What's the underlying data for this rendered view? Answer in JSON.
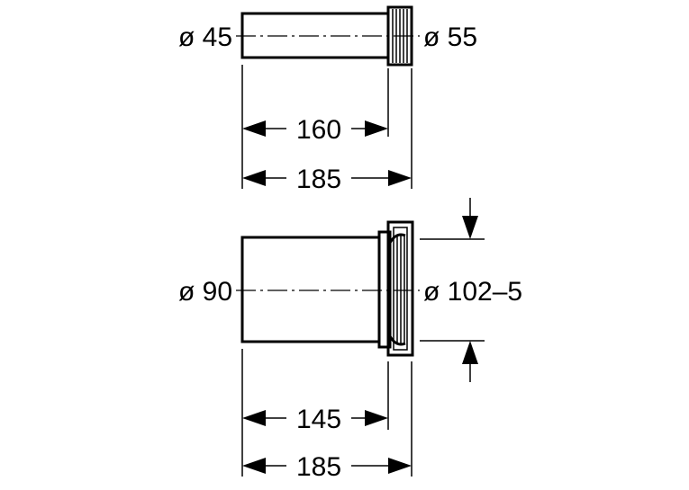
{
  "top_part": {
    "inner_diameter": "ø 45",
    "outer_diameter": "ø 55",
    "length_short": "160",
    "length_total": "185"
  },
  "bottom_part": {
    "inner_diameter": "ø 90",
    "outer_diameter": "ø 102–5",
    "length_short": "145",
    "length_total": "185"
  }
}
